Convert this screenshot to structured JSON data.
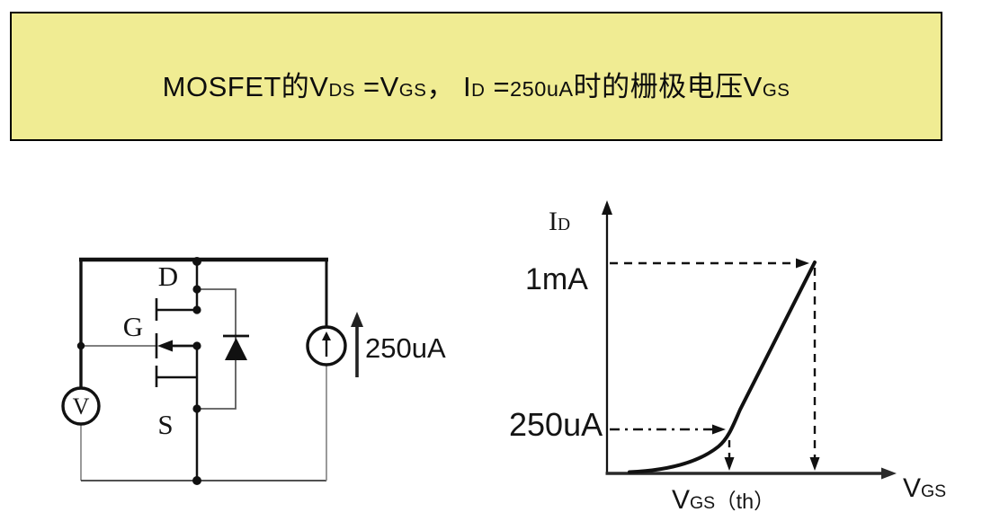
{
  "page": {
    "background": "#ffffff",
    "ink_color": "#111111",
    "gray_wire_color": "#8f8f8f",
    "title_box_bg": "#F0EC93",
    "title_box_border": "#000000"
  },
  "title": {
    "text_plain": "MOSFET的VDS =VGS， ID =250uA时的栅极电压VGS",
    "parts": [
      {
        "t": "MOSFET的V"
      },
      {
        "t": "DS",
        "style": "sub"
      },
      {
        "t": " =V"
      },
      {
        "t": "GS",
        "style": "sub"
      },
      {
        "t": "，  I"
      },
      {
        "t": "D",
        "style": "sub"
      },
      {
        "t": " ="
      },
      {
        "t": "250uA",
        "style": "small"
      },
      {
        "t": "时的栅极电压V"
      },
      {
        "t": "GS",
        "style": "sub"
      }
    ]
  },
  "circuit": {
    "drain_label": "D",
    "gate_label": "G",
    "source_label": "S",
    "voltmeter_label": "V",
    "current_source_value": "250uA",
    "components": [
      "voltmeter",
      "n-channel MOSFET with body diode",
      "current source 250uA"
    ]
  },
  "graph": {
    "y_axis_label_parts": [
      {
        "t": "I"
      },
      {
        "t": "D",
        "style": "sub"
      }
    ],
    "x_axis_label_parts": [
      {
        "t": "V"
      },
      {
        "t": "GS",
        "style": "sub"
      }
    ],
    "y_tick_1ma": "1mA",
    "y_tick_250ua": "250uA",
    "x_tick_vgsth_parts": [
      {
        "t": "V"
      },
      {
        "t": "GS",
        "style": "sub"
      },
      {
        "t": "（th）",
        "style": "small"
      }
    ]
  },
  "chart_data": {
    "type": "line",
    "title": "",
    "xlabel": "VGS",
    "ylabel": "ID",
    "x_tick_labels": [
      "VGS(th)"
    ],
    "y_tick_labels": [
      "250uA",
      "1mA"
    ],
    "grid": false,
    "legend": "none",
    "series": [
      {
        "name": "MOSFET transfer characteristic ID vs VGS",
        "shape": "flat near zero below threshold, exponential knee at VGS(th), then steep nearly-linear rise",
        "key_points": [
          {
            "x": "VGS(th)",
            "y": "250uA"
          },
          {
            "x": "VGS at 1mA (marked by dashed guide)",
            "y": "1mA"
          }
        ]
      }
    ],
    "annotations": [
      "dashed horizontal guide from 250uA tick to curve at VGS(th), arrow pointing right",
      "dashed vertical guide from that point down to x-axis, arrow pointing down",
      "dashed horizontal guide from 1mA tick to top of curve, arrow pointing right",
      "dashed vertical guide from curve top down to x-axis, arrow pointing down"
    ]
  }
}
